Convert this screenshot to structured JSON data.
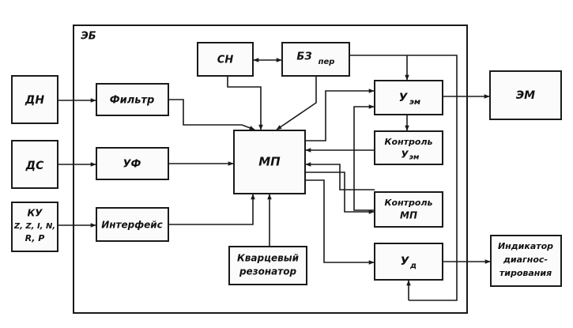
{
  "frame": {
    "label": "ЭБ"
  },
  "blocks": {
    "dn": "ДН",
    "ds": "ДС",
    "ku": [
      "КУ",
      "Z, Z, I, N,",
      "R, P"
    ],
    "filter": "Фильтр",
    "uf": "УФ",
    "interface": "Интерфейс",
    "sn": "СН",
    "bz_main": "БЗ",
    "bz_sub": "пер",
    "mp": "МП",
    "quartz": [
      "Кварцевый",
      "резонатор"
    ],
    "uzm_main": "У",
    "uzm_sub": "эм",
    "ctrl_uzm": [
      "Контроль",
      "У"
    ],
    "ctrl_uzm_sub": "эм",
    "ctrl_mp": [
      "Контроль",
      "МП"
    ],
    "ud_main": "У",
    "ud_sub": "д",
    "em": "ЭМ",
    "indicator": [
      "Индикатор",
      "диагнос-",
      "тирования"
    ]
  }
}
